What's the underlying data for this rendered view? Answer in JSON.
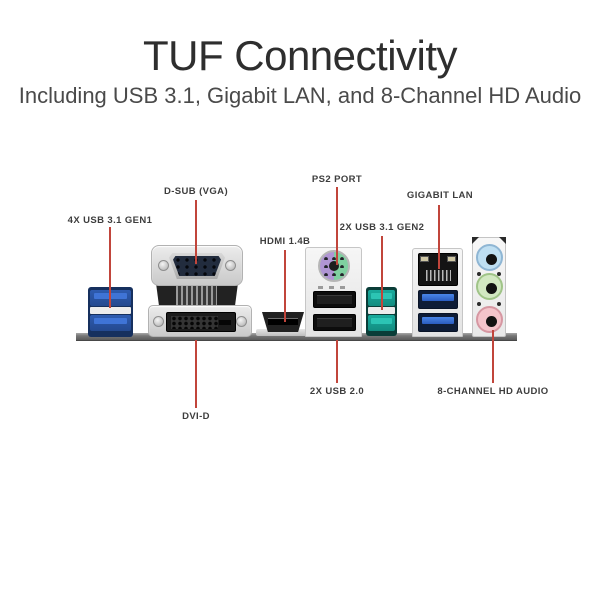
{
  "header": {
    "title": "TUF Connectivity",
    "subtitle": "Including USB 3.1, Gigabit LAN, and 8-Channel HD Audio"
  },
  "callouts": {
    "usb31_gen1": {
      "label": "4X USB 3.1 GEN1"
    },
    "dsub_vga": {
      "label": "D-SUB (VGA)"
    },
    "hdmi": {
      "label": "HDMI 1.4B"
    },
    "ps2": {
      "label": "PS2 PORT"
    },
    "usb31_gen2": {
      "label": "2X USB 3.1 GEN2"
    },
    "gigabit_lan": {
      "label": "GIGABIT LAN"
    },
    "dvi_d": {
      "label": "DVI-D"
    },
    "usb20": {
      "label": "2X USB 2.0"
    },
    "hd_audio": {
      "label": "8-CHANNEL HD AUDIO"
    }
  },
  "colors": {
    "callout_line": "#c1453b",
    "label_text": "#3d3d3d",
    "usb31_gen1_port": "#2a5cb0",
    "usb31_gen2_port": "#19ab9d",
    "usb30_port": "#3a78e0",
    "ps2_purple": "#b095d4",
    "ps2_green": "#7fd0a0",
    "audio_line_in": "#bfdff2",
    "audio_line_out": "#d2e8c2",
    "audio_mic": "#f4c4cb"
  }
}
